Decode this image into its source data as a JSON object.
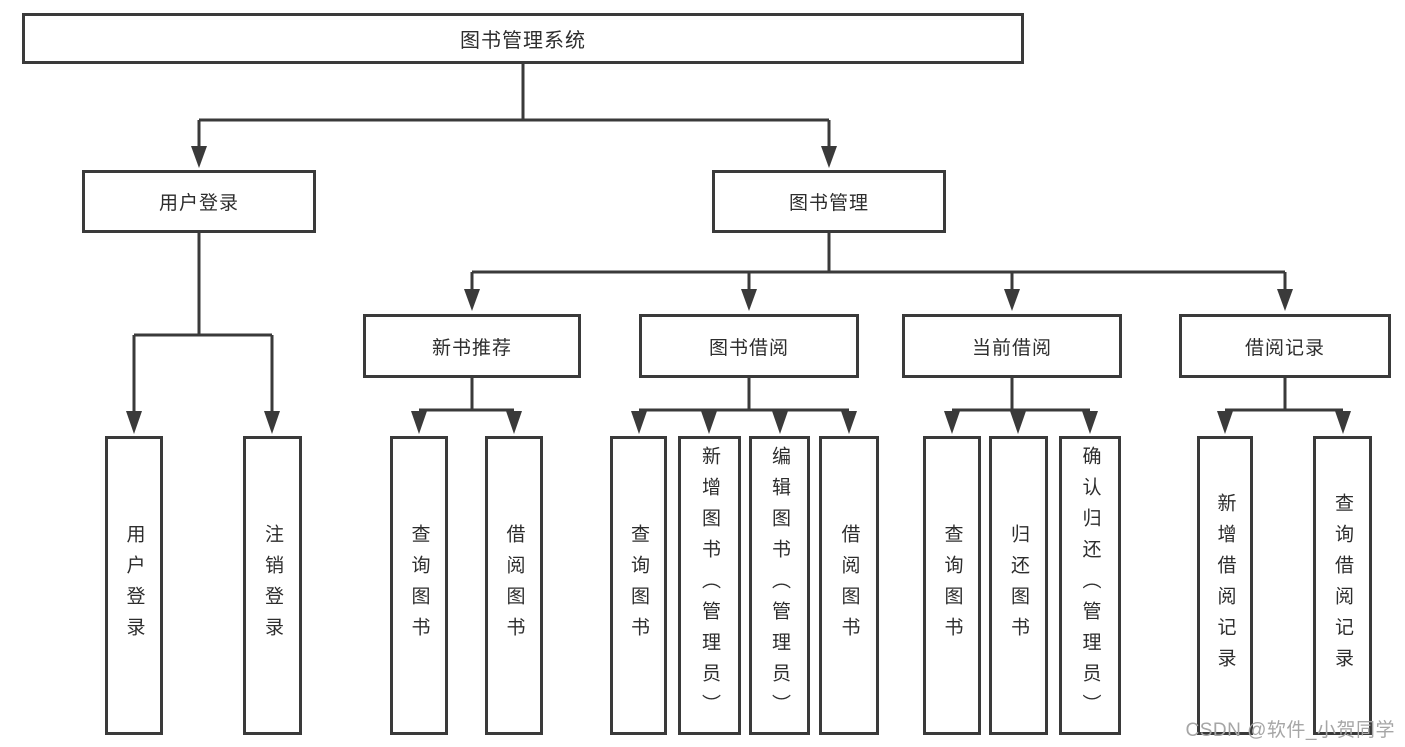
{
  "diagram": {
    "title": "图书管理系统",
    "level1": [
      {
        "label": "用户登录",
        "children": [
          "用户登录",
          "注销登录"
        ]
      },
      {
        "label": "图书管理",
        "children": [
          {
            "label": "新书推荐",
            "children": [
              "查询图书",
              "借阅图书"
            ]
          },
          {
            "label": "图书借阅",
            "children": [
              "查询图书",
              "新增图书（管理员）",
              "编辑图书（管理员）",
              "借阅图书"
            ]
          },
          {
            "label": "当前借阅",
            "children": [
              "查询图书",
              "归还图书",
              "确认归还（管理员）"
            ]
          },
          {
            "label": "借阅记录",
            "children": [
              "新增借阅记录",
              "查询借阅记录"
            ]
          }
        ]
      }
    ]
  },
  "watermark": "CSDN @软件_小贺同学",
  "colors": {
    "line": "#3a3a3a",
    "text": "#2d2d2d",
    "watermark": "#a6a6a6",
    "background": "#ffffff"
  }
}
